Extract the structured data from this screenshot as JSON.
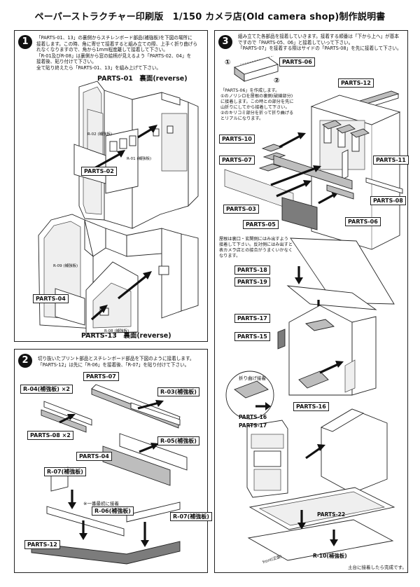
{
  "title": "ペーパーストラクチャー印刷版　1/150 カメラ店(Old camera shop)制作説明書",
  "step1": {
    "number": "1",
    "text": "「PARTS-01、13」の裏側からスチレンボード部品(補強板)を下図の場所に\n接着します。この時、角に寄せて接着すると組み立ての際、上手く折り曲げら\nれなくなりますので、角から1mm程度離して接着して下さい。\n「R-01及びR-08」は裏側から窓の絵柄が見えるよう「PARTS-02、04」を\n接着後、貼り付けて下さい。\n全て貼り終えたら「PARTS-01、13」を組み上げて下さい。",
    "heading_top": "PARTS-01　裏面(reverse)",
    "heading_bottom": "PARTS-13　裏面(reverse)",
    "r02": "R-02\n(補強板)",
    "r01": "R-01\n(補強板)",
    "r09": "R-09\n(補強板)",
    "r08": "R-08\n(補強板)",
    "parts02": "PARTS-02",
    "parts04": "PARTS-04"
  },
  "step2": {
    "number": "2",
    "text": "切り抜いたプリント部品とスチレンボード部品を下図のように接着します。\n「PARTS-12」は先に「R-06」を接着後、「R-07」を貼り付けて下さい。",
    "parts07": "PARTS-07",
    "r04": "R-04(補強板) ×2",
    "r03": "R-03(補強板)",
    "parts08": "PARTS-08 ×2",
    "r05": "R-05(補強板)",
    "parts04": "PARTS-04",
    "r07a": "R-07(補強板)",
    "note": "※一番最初に接着",
    "r06": "R-06(補強板)",
    "r07b": "R-07(補強板)",
    "parts12": "PARTS-12"
  },
  "step3": {
    "number": "3",
    "text": "組み立てた各部品を接着していきます。接着する順番は「下から上へ」が基本\nですので「PARTS-05、06」と接着していって下さい。\n「PARTS-07」を接着する際はサイドの「PARTS-08」を先に接着して下さい。",
    "parts06a": "PARTS-06",
    "parts12": "PARTS-12",
    "circle1": "①",
    "circle2": "②",
    "note": "「PARTS-06」を作成します。\n①のノリシロを屋根の裏側(破線部分)\nに接着します。この時との部分を先に\n山折りにしてから接着して下さい。\n②のキリコミ部分を折って折り曲げる\nとリアルになります。",
    "parts10": "PARTS-10",
    "parts07": "PARTS-07",
    "parts11": "PARTS-11",
    "parts03": "PARTS-03",
    "parts08": "PARTS-08",
    "parts05": "PARTS-05",
    "parts06b": "PARTS-06",
    "roof_note": "屋根は裏口・玄関側にはみ出すよう\n接着して下さい。反対側にはみ出すと\n表カメラ店との接合がうまくいかなく\nなります。",
    "parts18": "PARTS-18",
    "parts19": "PARTS-19",
    "parts17a": "PARTS-17",
    "parts15": "PARTS-15",
    "fold": "折り曲げ接着",
    "parts16a": "PARTS-16",
    "parts17b": "PARTS-17",
    "parts16b": "PARTS-16",
    "parts22": "PARTS-22",
    "r10": "R-10(補強板)",
    "front": "front(正面)",
    "finish": "土台に接着したら完成です。"
  }
}
